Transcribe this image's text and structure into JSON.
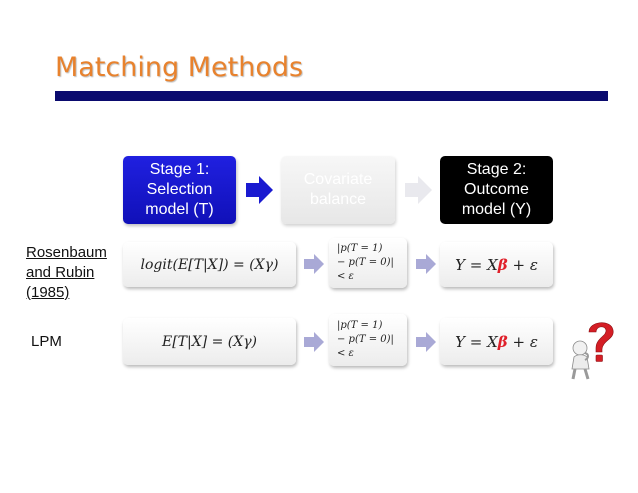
{
  "title": "Matching Methods",
  "stages": {
    "stage1": [
      "Stage 1:",
      "Selection",
      "model (T)"
    ],
    "covariate": [
      "Covariate",
      "balance"
    ],
    "stage2": [
      "Stage 2:",
      "Outcome",
      "model (Y)"
    ]
  },
  "rows": [
    {
      "label": [
        "Rosenbaum",
        "and Rubin",
        "(1985)"
      ],
      "stage1_eq": "logit(E[T|X]) = (Xγ)",
      "balance": [
        "|p(T = 1)",
        "− p(T = 0)|",
        "< ε"
      ],
      "outcome_eq_left": "Y = X",
      "outcome_eq_beta": "β",
      "outcome_eq_right": " + ε"
    },
    {
      "label": [
        "LPM"
      ],
      "stage1_eq": "E[T|X] = (Xγ)",
      "balance": [
        "|p(T = 1)",
        "− p(T = 0)|",
        "< ε"
      ],
      "outcome_eq_left": "Y = X",
      "outcome_eq_beta": "β",
      "outcome_eq_right": " + ε"
    }
  ],
  "colors": {
    "title": "#e8822d",
    "title_bar": "#0a0a6e",
    "stage1_fill": "#1a1ad0",
    "stage2_fill": "#000000",
    "beta": "#e0202a",
    "arrow_active": "#1a1ad0",
    "arrow_faded": "#c8c8d8"
  },
  "icons": {
    "question_figure": "person-question-icon"
  }
}
